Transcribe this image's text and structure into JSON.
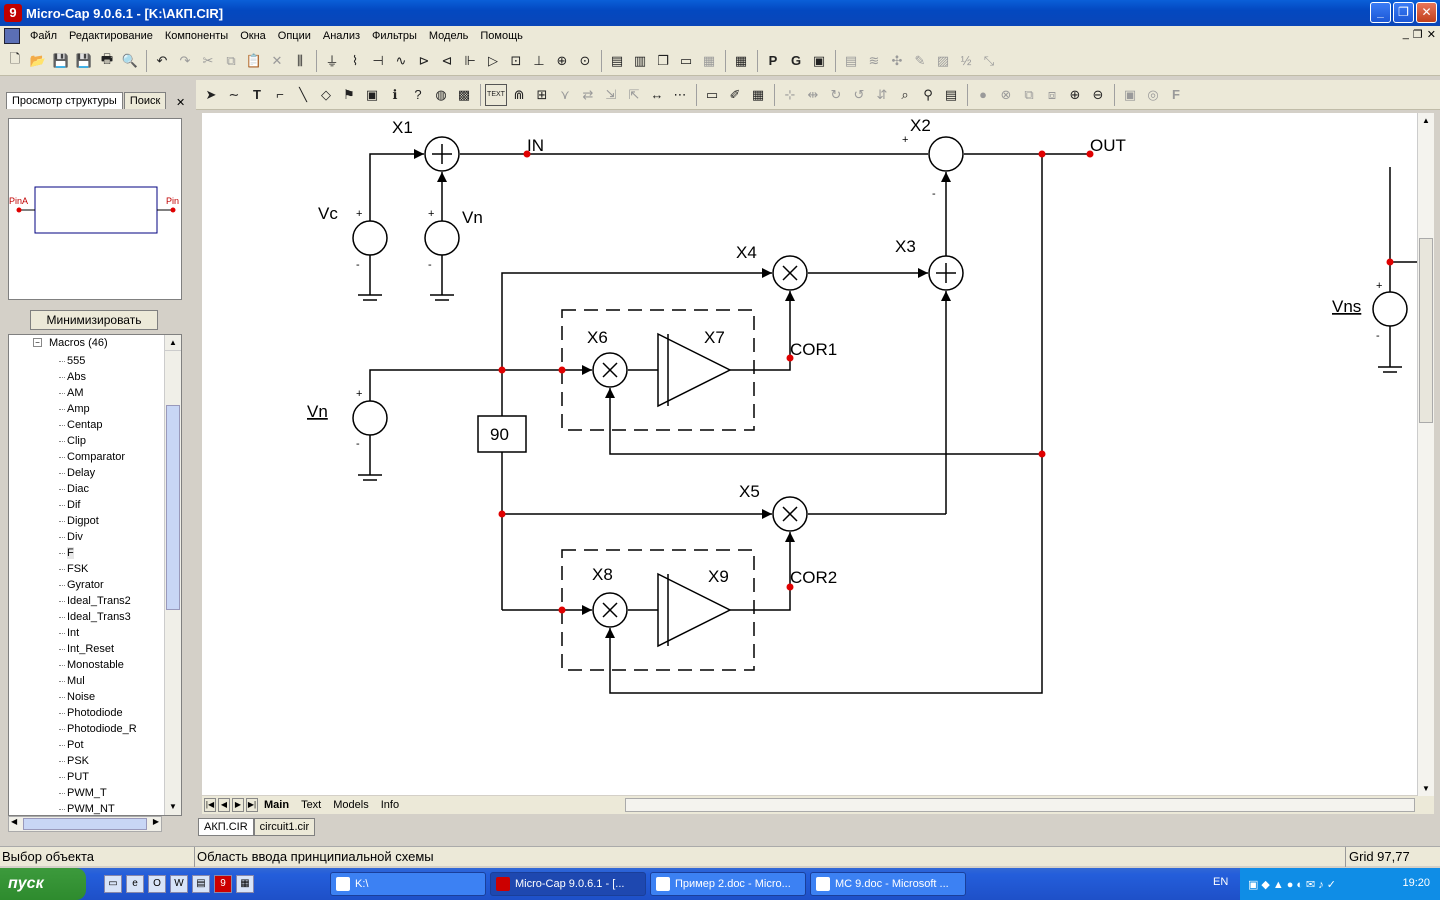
{
  "window": {
    "title": "Micro-Cap 9.0.6.1 - [K:\\АКП.CIR]"
  },
  "menu": [
    "Файл",
    "Редактирование",
    "Компоненты",
    "Окна",
    "Опции",
    "Анализ",
    "Фильтры",
    "Модель",
    "Помощь"
  ],
  "left_panel": {
    "tabs": [
      "Просмотр структуры",
      "Поиск"
    ],
    "preview_pins": [
      "PinA",
      "Pin"
    ],
    "minimize_label": "Минимизировать",
    "tree_root": "Macros (46)",
    "tree_items": [
      "555",
      "Abs",
      "AM",
      "Amp",
      "Centap",
      "Clip",
      "Comparator",
      "Delay",
      "Diac",
      "Dif",
      "Digpot",
      "Div",
      "F",
      "FSK",
      "Gyrator",
      "Ideal_Trans2",
      "Ideal_Trans3",
      "Int",
      "Int_Reset",
      "Monostable",
      "Mul",
      "Noise",
      "Photodiode",
      "Photodiode_R",
      "Pot",
      "PSK",
      "PUT",
      "PWM_T",
      "PWM_NT"
    ],
    "selected_item": "F"
  },
  "schematic": {
    "labels": {
      "x1": "X1",
      "x2": "X2",
      "x3": "X3",
      "x4": "X4",
      "x5": "X5",
      "x6": "X6",
      "x7": "X7",
      "x8": "X8",
      "x9": "X9",
      "in": "IN",
      "out": "OUT",
      "cor1": "COR1",
      "cor2": "COR2",
      "vc": "Vc",
      "vn_top": "Vn",
      "vn_left": "Vn",
      "vns": "Vns",
      "phase_block": "90"
    }
  },
  "sheet_tabs": [
    "Main",
    "Text",
    "Models",
    "Info"
  ],
  "file_tabs": [
    "АКП.CIR",
    "circuit1.cir"
  ],
  "status": {
    "left": "Выбор объекта",
    "middle": "Область ввода принципиальной схемы",
    "right": "Grid 97,77"
  },
  "taskbar": {
    "start": "пуск",
    "buttons": [
      "K:\\",
      "Micro-Cap 9.0.6.1 - [...",
      "Пример 2.doc - Micro...",
      "MC 9.doc - Microsoft ..."
    ],
    "lang": "EN",
    "clock": "19:20"
  },
  "colors": {
    "title_bar": "#0a5fd8",
    "node_dot": "#e00000",
    "taskbar": "#245edb"
  }
}
